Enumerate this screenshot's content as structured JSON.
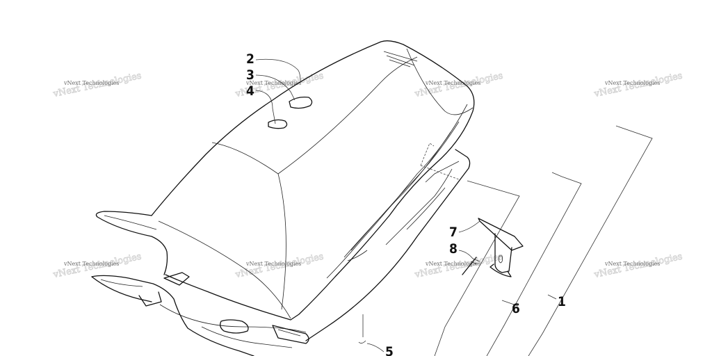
{
  "callouts": {
    "c1": "1",
    "c2": "2",
    "c3": "3",
    "c4": "4",
    "c5": "5",
    "c6": "6",
    "c7": "7",
    "c8": "8"
  },
  "watermark": {
    "text": "vNext Technologies"
  }
}
